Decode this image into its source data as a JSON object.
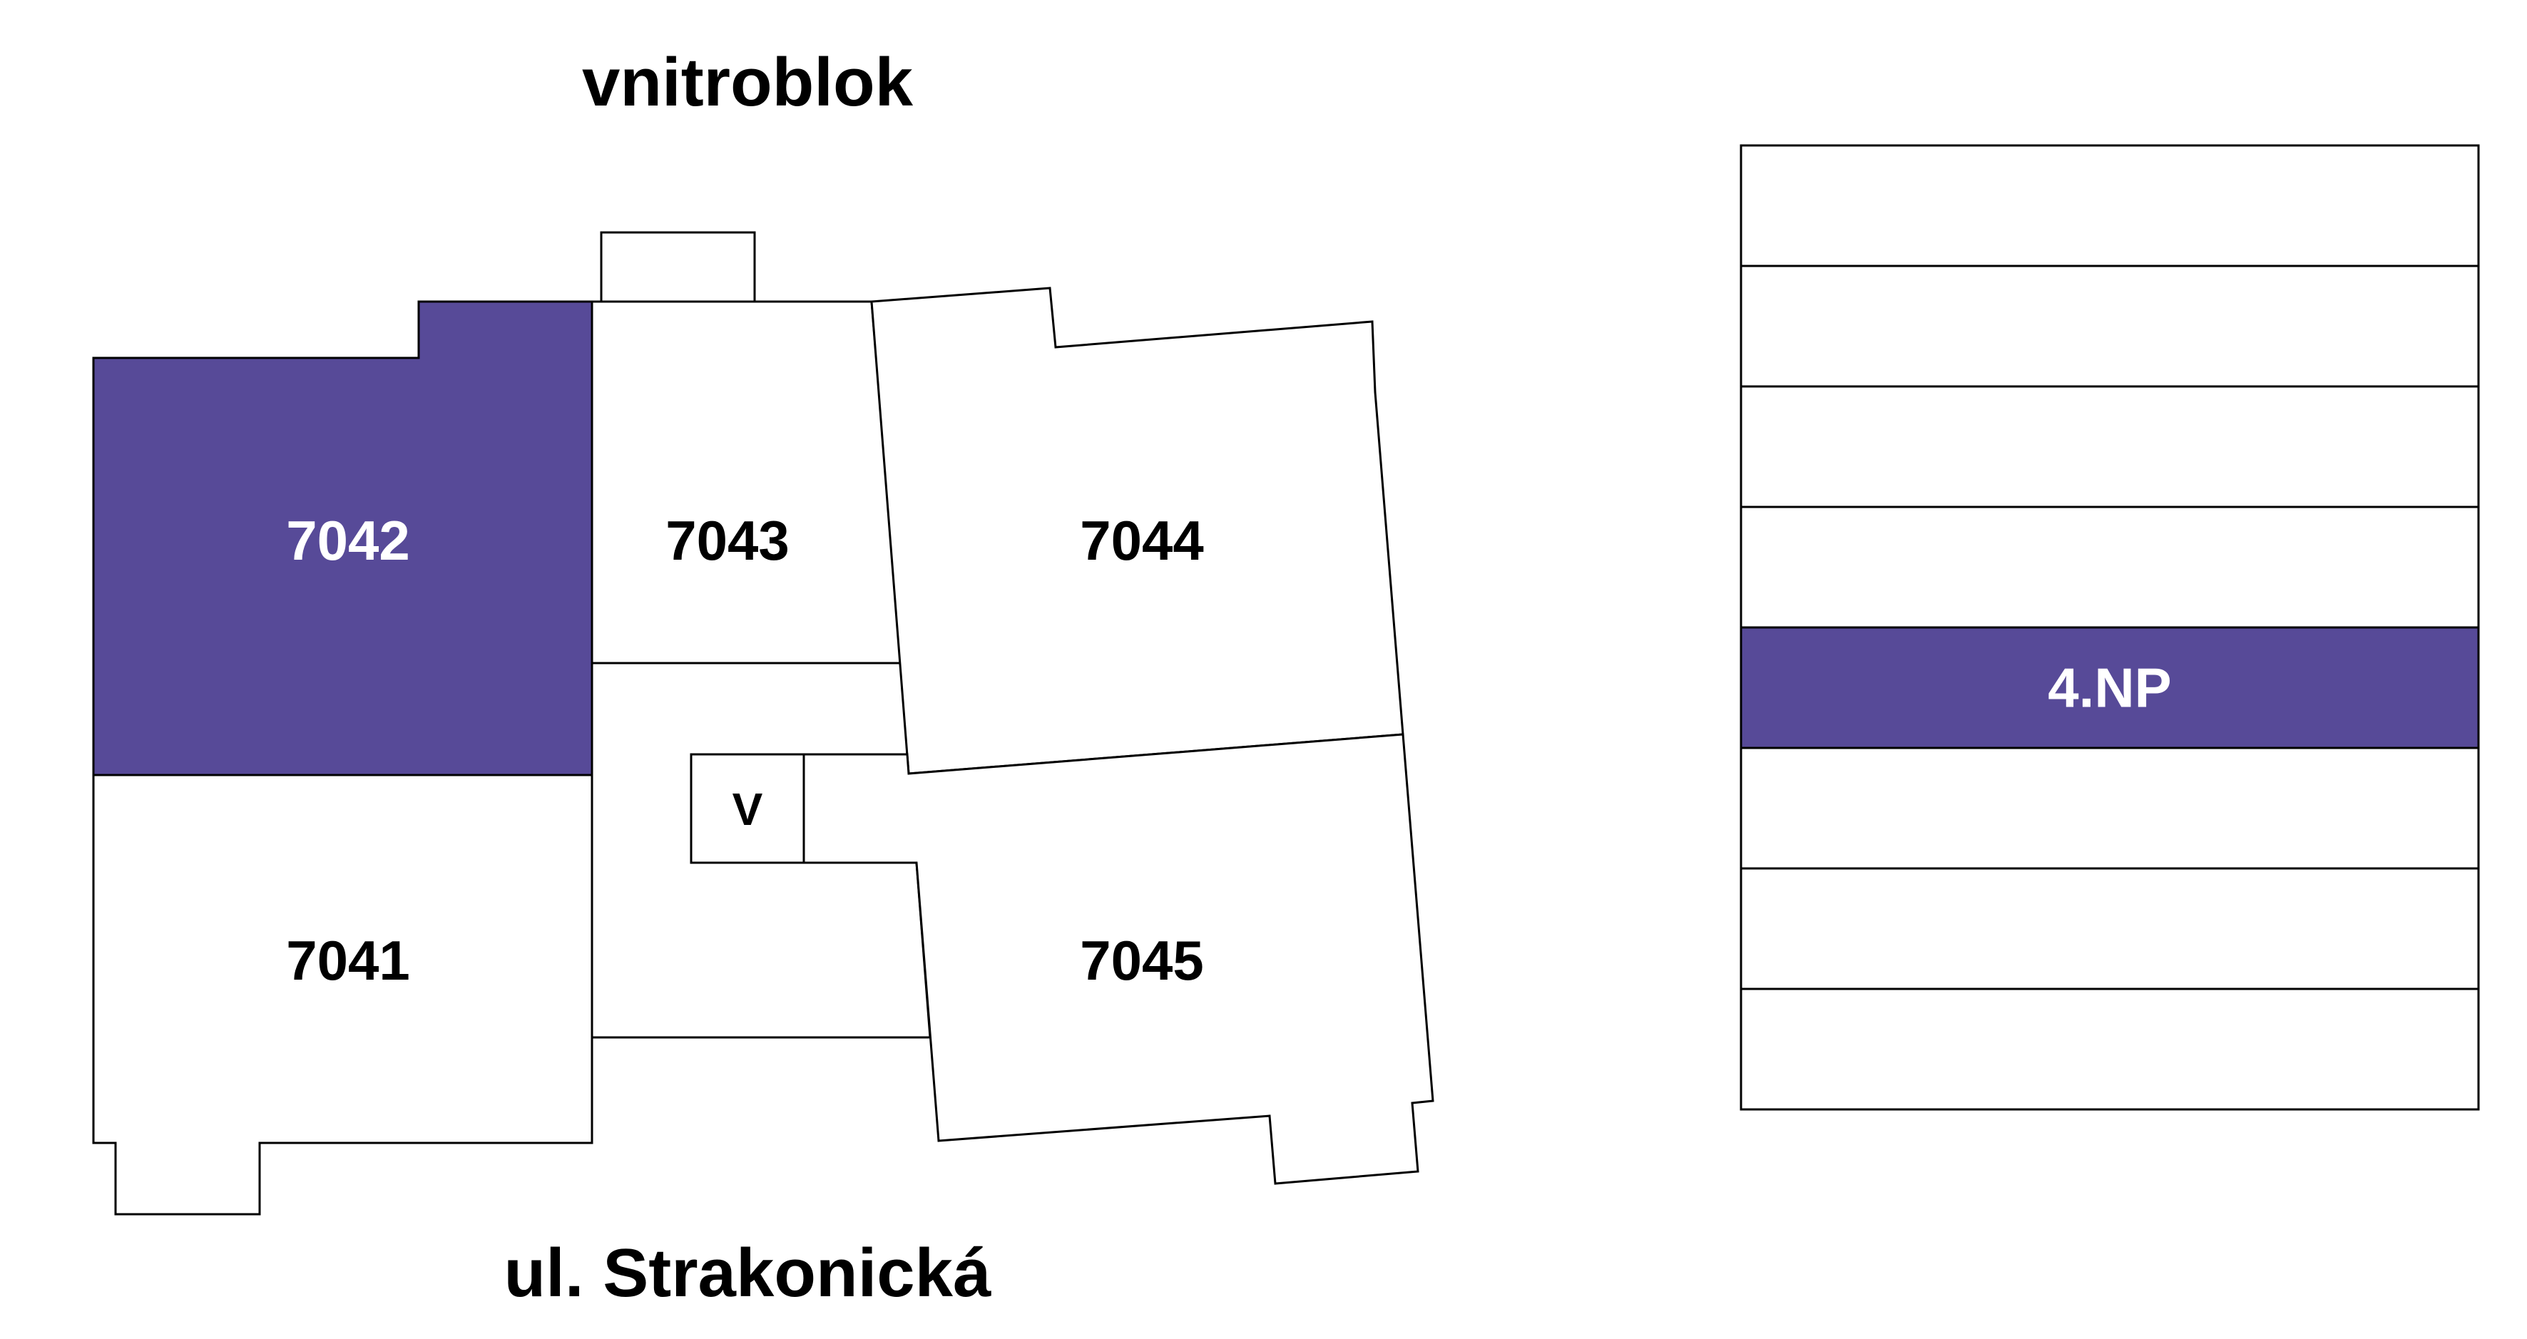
{
  "headings": {
    "top": "vnitroblok",
    "bottom": "ul. Strakonická"
  },
  "units": [
    {
      "id": "7041",
      "label": "7041",
      "selected": false
    },
    {
      "id": "7042",
      "label": "7042",
      "selected": true
    },
    {
      "id": "7043",
      "label": "7043",
      "selected": false
    },
    {
      "id": "7044",
      "label": "7044",
      "selected": false
    },
    {
      "id": "7045",
      "label": "7045",
      "selected": false
    }
  ],
  "elevator": {
    "label": "V"
  },
  "floors": [
    {
      "label": "",
      "selected": false
    },
    {
      "label": "",
      "selected": false
    },
    {
      "label": "",
      "selected": false
    },
    {
      "label": "",
      "selected": false
    },
    {
      "label": "4.NP",
      "selected": true
    },
    {
      "label": "",
      "selected": false
    },
    {
      "label": "",
      "selected": false
    },
    {
      "label": "",
      "selected": false
    }
  ],
  "colors": {
    "selected_fill": "#574A98",
    "default_fill": "#FFFFFF",
    "stroke": "#000000",
    "selected_text": "#FFFFFF",
    "default_text": "#000000"
  }
}
